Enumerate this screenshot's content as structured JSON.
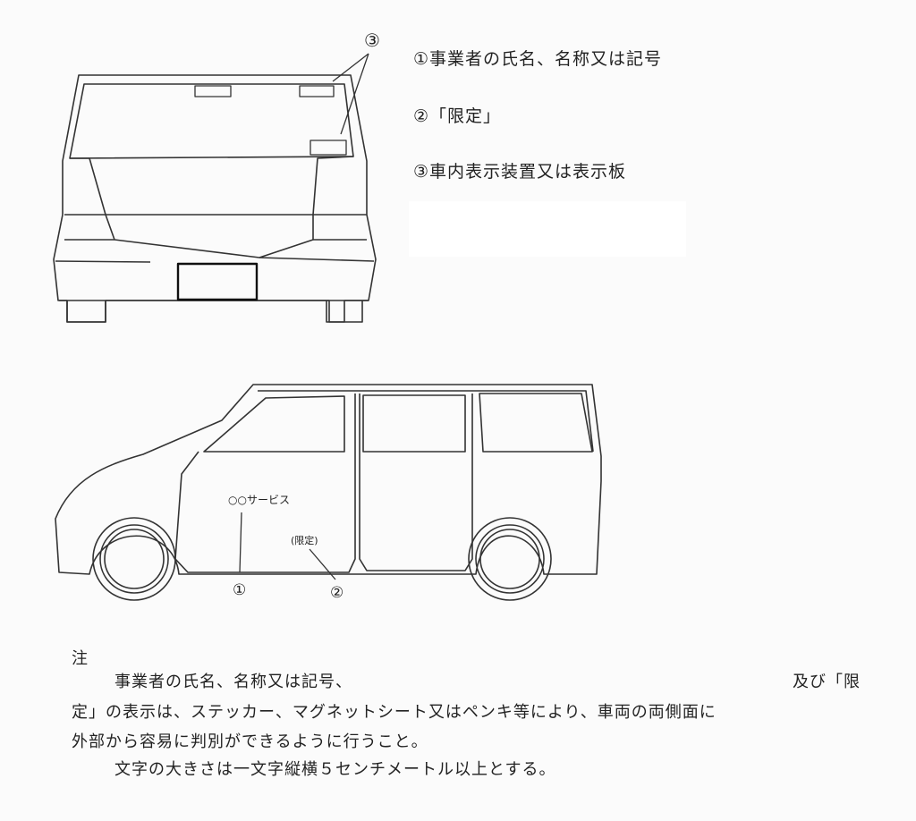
{
  "legend": {
    "item1": "①事業者の氏名、名称又は記号",
    "item2": "②「限定」",
    "item3": "③車内表示装置又は表示板"
  },
  "diagram_labels": {
    "front_callout": "③",
    "side_company": "○○サービス",
    "side_limited": "(限定)",
    "side_callout1": "①",
    "side_callout2": "②"
  },
  "note": {
    "heading": "注",
    "line1a": "事業者の氏名、名称又は記号、",
    "line1b": "及び「限",
    "line2": "定」の表示は、ステッカー、マグネットシート又はペンキ等により、車両の両側面に",
    "line3": "外部から容易に判別ができるように行うこと。",
    "line4": "文字の大きさは一文字縦横５センチメートル以上とする。"
  }
}
